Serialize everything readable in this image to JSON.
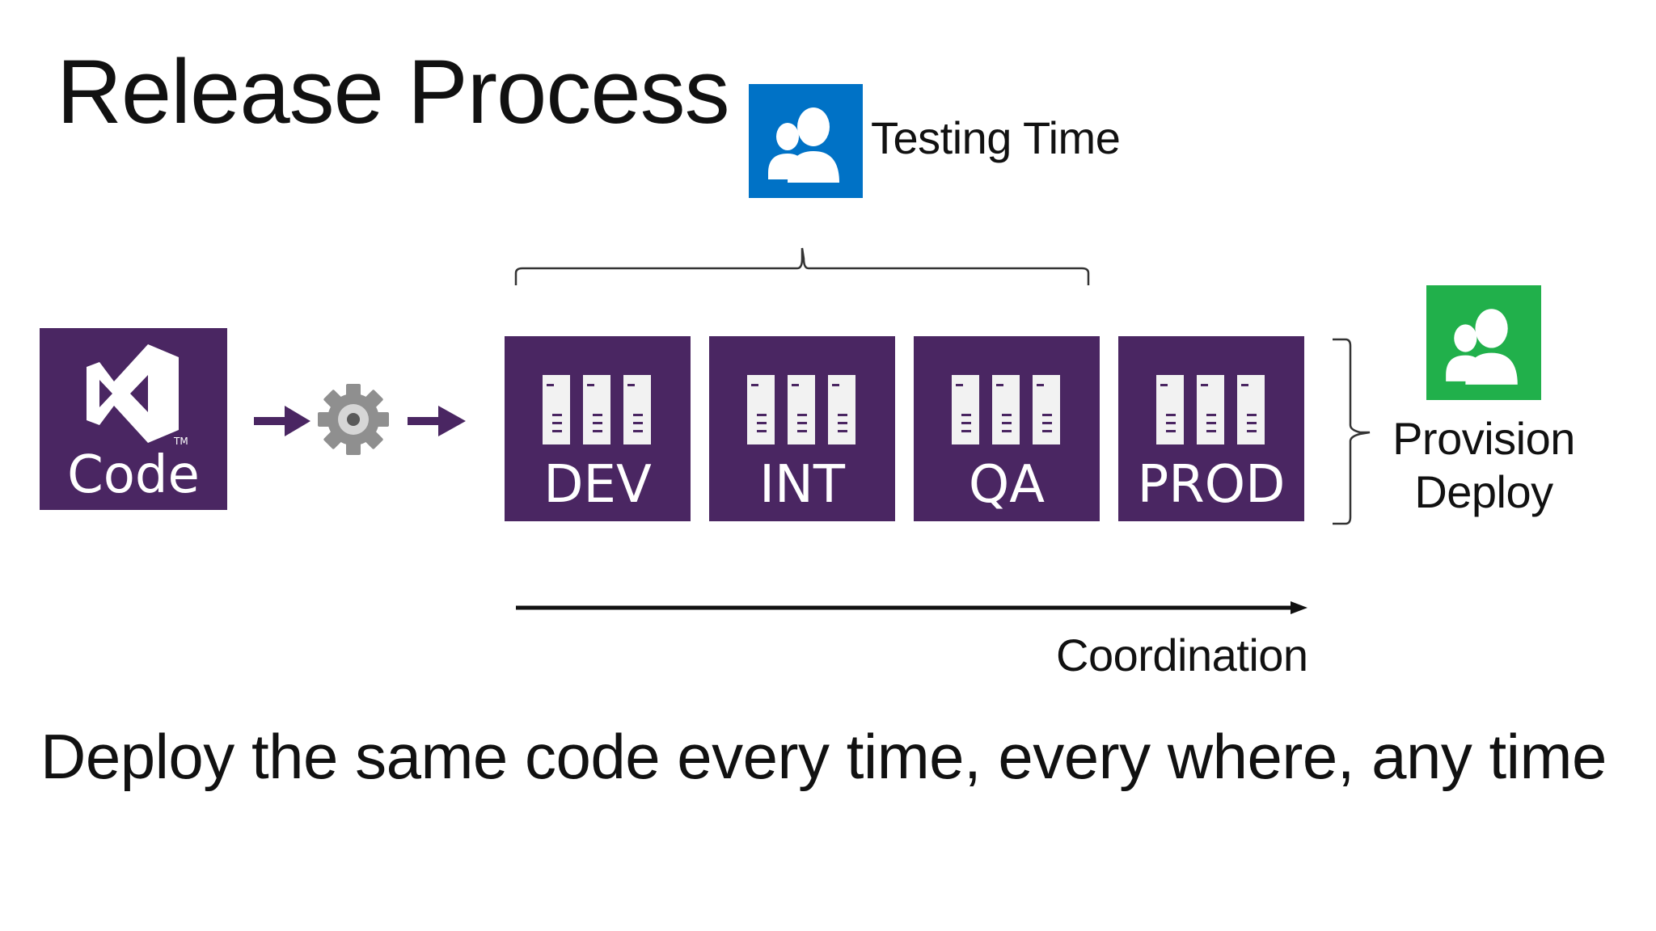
{
  "slide": {
    "title": "Release Process",
    "testing_label": "Testing Time",
    "code_label": "Code",
    "environments": [
      {
        "label": "DEV"
      },
      {
        "label": "INT"
      },
      {
        "label": "QA"
      },
      {
        "label": "PROD"
      }
    ],
    "provision_line1": "Provision",
    "provision_line2": "Deploy",
    "coordination_label": "Coordination",
    "tagline": "Deploy the same code every time, every where, any time"
  },
  "colors": {
    "purple": "#4a2662",
    "blue": "#0072c6",
    "green": "#21b04b",
    "gear": "#8f8f8f"
  },
  "icons": {
    "code_logo": "visual-studio-logo-icon",
    "testing_tile": "users-icon",
    "provision_tile": "users-icon",
    "pipeline_step": "gear-icon",
    "environment": "server-rack-icon"
  }
}
